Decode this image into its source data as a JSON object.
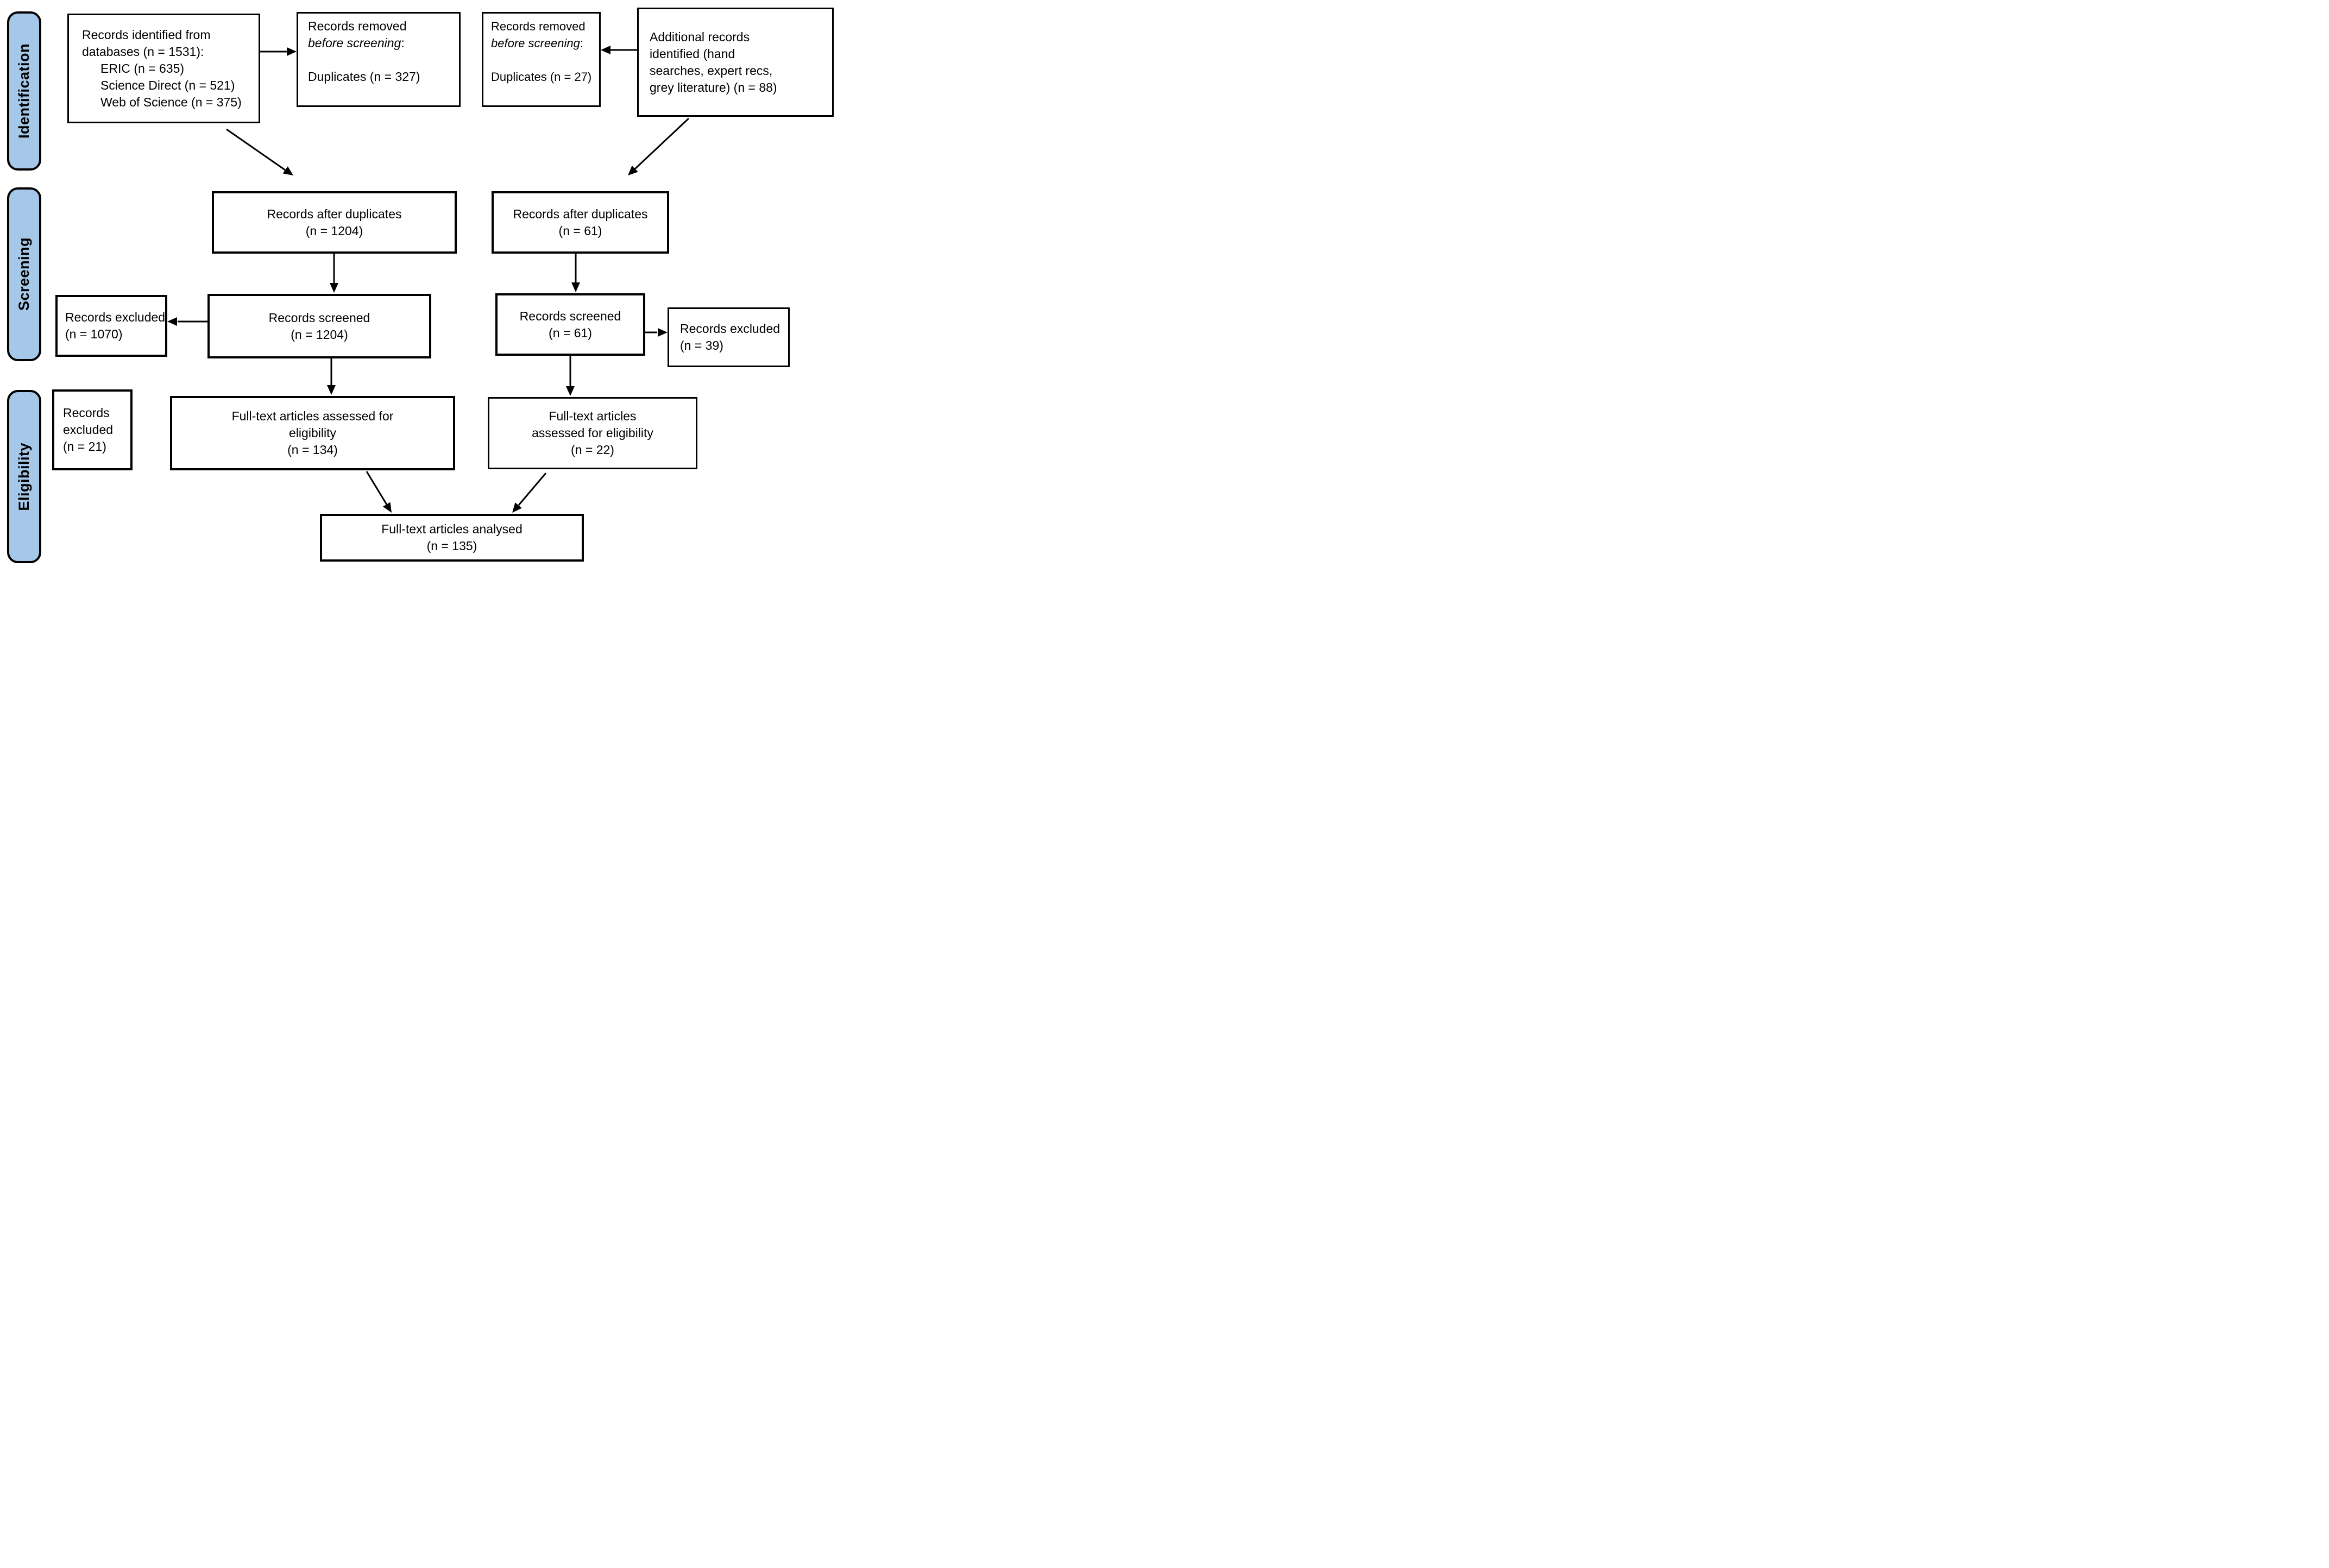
{
  "sidebar": {
    "stages": [
      {
        "label": "Identification"
      },
      {
        "label": "Screening"
      },
      {
        "label": "Eligibility"
      }
    ]
  },
  "colors": {
    "stage_label_fill": "#a5c7e8",
    "box_border": "#000000",
    "arrow_color": "#000000"
  },
  "boxes": {
    "db_identified": {
      "lines": [
        "Records identified from",
        "databases (n = 1531):"
      ],
      "sub_items": [
        "ERIC (n = 635)",
        "Science Direct (n = 521)",
        "Web of Science (n = 375)"
      ]
    },
    "removed_before_screening_left": {
      "lead": "Records removed",
      "italic": "before screening",
      "suffix": ":",
      "detail": "Duplicates (n = 327)"
    },
    "removed_before_screening_right": {
      "lead": "Records removed",
      "italic": "before screening",
      "suffix": ":",
      "detail": "Duplicates (n = 27)"
    },
    "additional_records": {
      "lines": [
        "Additional records",
        "identified (hand",
        "searches, expert recs,",
        "grey literature) (n = 88)"
      ]
    },
    "after_duplicates_left": {
      "lines": [
        "Records after duplicates",
        "(n = 1204)"
      ]
    },
    "after_duplicates_right": {
      "lines": [
        "Records after duplicates",
        "(n = 61)"
      ]
    },
    "excluded_screening_left": {
      "lines": [
        "Records excluded",
        "(n = 1070)"
      ]
    },
    "screened_left": {
      "lines": [
        "Records screened",
        "(n = 1204)"
      ]
    },
    "screened_right": {
      "lines": [
        "Records screened",
        "(n = 61)"
      ]
    },
    "excluded_screening_right": {
      "lines": [
        "Records excluded",
        "(n = 39)"
      ]
    },
    "excluded_eligibility_left": {
      "lines": [
        "Records",
        "excluded",
        "(n = 21)"
      ]
    },
    "fulltext_assessed_left": {
      "lines": [
        "Full-text articles assessed for",
        "eligibility",
        "(n = 134)"
      ]
    },
    "fulltext_assessed_right": {
      "lines": [
        "Full-text articles",
        "assessed for eligibility",
        "(n = 22)"
      ]
    },
    "fulltext_analysed": {
      "lines": [
        "Full-text articles analysed",
        "(n = 135)"
      ]
    }
  }
}
